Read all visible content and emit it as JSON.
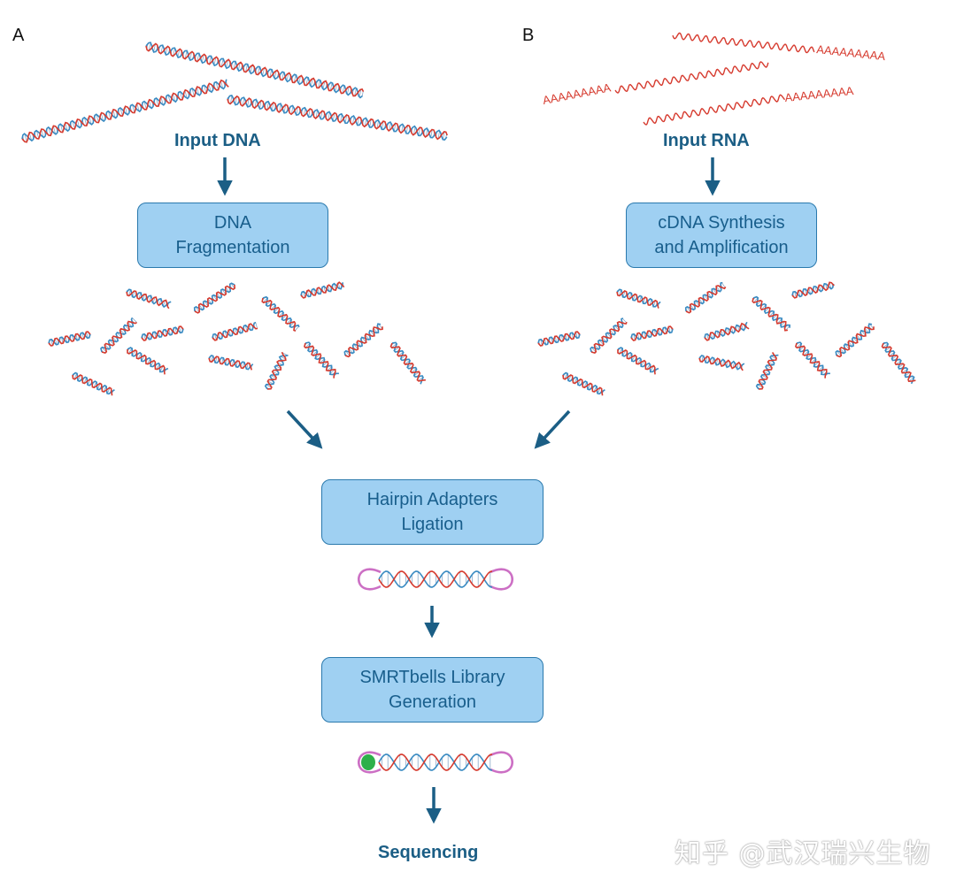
{
  "panels": [
    {
      "letter": "A",
      "input_label": "Input DNA",
      "step_lines": [
        "DNA",
        "Fragmentation"
      ]
    },
    {
      "letter": "B",
      "input_label": "Input RNA",
      "step_lines": [
        "cDNA Synthesis",
        "and Amplification"
      ],
      "polya_tail": "AAAAAAAAA"
    }
  ],
  "center": {
    "hairpin_lines": [
      "Hairpin Adapters",
      "Ligation"
    ],
    "smrtbell_lines": [
      "SMRTbells Library",
      "Generation"
    ],
    "final_label": "Sequencing"
  },
  "watermark": "知乎 @武汉瑞兴生物",
  "colors": {
    "strand_red": "#d63b2f",
    "strand_blue": "#3a8bc2",
    "arrow": "#1b5e85",
    "box_fill": "#9fd0f2",
    "box_border": "#2a79ad",
    "hairpin_loop": "#cc6fc4",
    "polymerase": "#2db04a"
  }
}
